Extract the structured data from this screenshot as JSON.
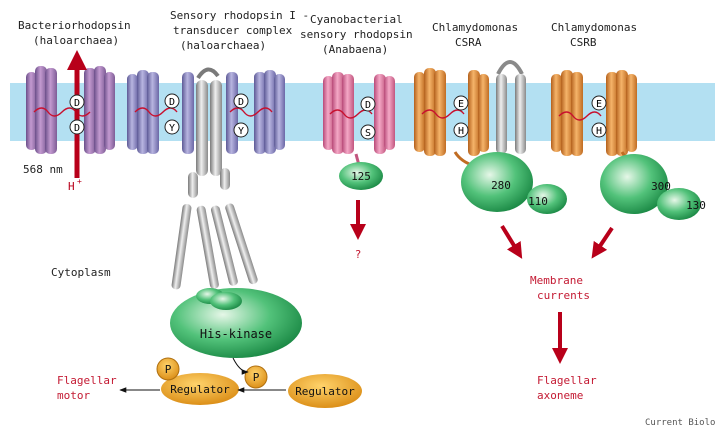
{
  "proteins": {
    "bacteriorhodopsin": {
      "name": "Bacteriorhodopsin",
      "organism": "(haloarchaea)",
      "residue_top": "D",
      "residue_bottom": "D"
    },
    "sensory_rhodopsin": {
      "name_line1": "Sensory rhodopsin I -",
      "name_line2": "transducer complex",
      "organism": "(haloarchaea)",
      "residues_left": [
        "D",
        "Y"
      ],
      "residues_right": [
        "D",
        "Y"
      ]
    },
    "cyanobacterial": {
      "name_line1": "Cyanobacterial",
      "name_line2": "sensory rhodopsin",
      "organism": "(Anabaena)",
      "residue_top": "D",
      "residue_bottom": "S",
      "domain_label": "125",
      "output": "?"
    },
    "csra": {
      "name_line1": "Chlamydomonas",
      "name_line2": "CSRA",
      "residue_top": "E",
      "residue_bottom": "H",
      "domain_large": "280",
      "domain_small": "110"
    },
    "csrb": {
      "name_line1": "Chlamydomonas",
      "name_line2": "CSRB",
      "residue_top": "E",
      "residue_bottom": "H",
      "domain_large": "300",
      "domain_small": "130"
    }
  },
  "labels": {
    "wavelength": "568 nm",
    "proton": "H",
    "proton_charge": "+",
    "cytoplasm": "Cytoplasm",
    "his_kinase": "His-kinase",
    "phosphate": "P",
    "regulator": "Regulator",
    "flagellar_motor_1": "Flagellar",
    "flagellar_motor_2": "motor",
    "membrane_currents_1": "Membrane",
    "membrane_currents_2": "currents",
    "flagellar_axoneme_1": "Flagellar",
    "flagellar_axoneme_2": "axoneme",
    "credit": "Current Biology"
  },
  "colors": {
    "membrane": "#b3e0f2",
    "bacteriorhodopsin_helix": "#a66fae",
    "sensory_rhodopsin_helix": "#9a94c8",
    "cyanobacterial_helix": "#e383a8",
    "chlamydomonas_helix": "#e8973f",
    "transducer": "#c8c8c8",
    "kinase_green": "#3cb865",
    "regulator": "#efa020",
    "arrow_red": "#b8001a",
    "output_text": "#c41a33"
  }
}
